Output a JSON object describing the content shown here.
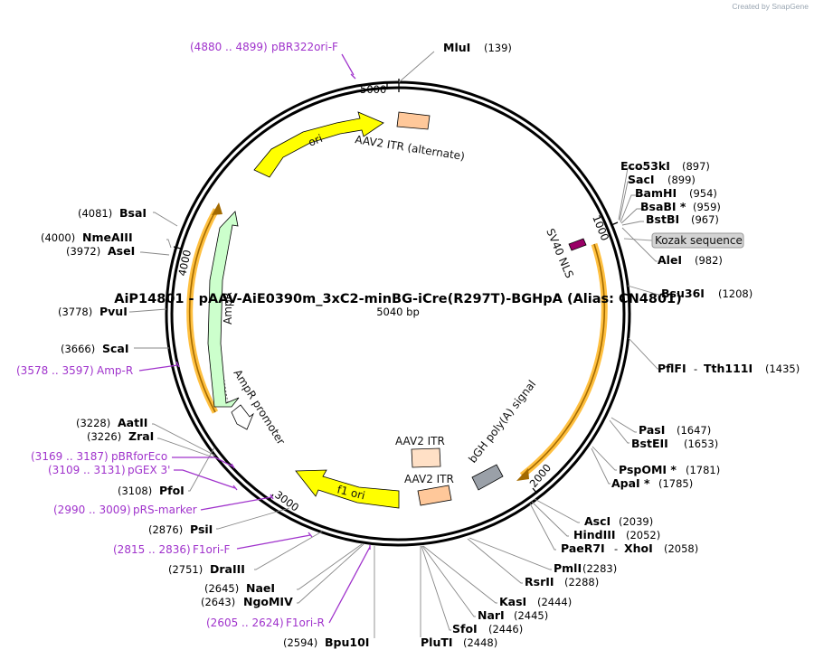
{
  "credit": "Created by SnapGene",
  "map": {
    "title": "AiP14801 - pAAV-AiE0390m_3xC2-minBG-iCre(R297T)-BGHpA (Alias: CN4801)",
    "size": "5040 bp",
    "ticks": [
      "5000",
      "1000",
      "2000",
      "3000",
      "4000"
    ]
  },
  "enzymes": {
    "mlui": {
      "name": "MluI",
      "pos": "(139)"
    },
    "eco53ki": {
      "name": "Eco53kI",
      "pos": "(897)"
    },
    "saci": {
      "name": "SacI",
      "pos": "(899)"
    },
    "bamhi": {
      "name": "BamHI",
      "pos": "(954)"
    },
    "bsabi": {
      "name": "BsaBI *",
      "pos": "(959)"
    },
    "bstbi": {
      "name": "BstBI",
      "pos": "(967)"
    },
    "alei": {
      "name": "AleI",
      "pos": "(982)"
    },
    "bsu36i": {
      "name": "Bsu36I",
      "pos": "(1208)"
    },
    "pflfi": {
      "name": "PflFI",
      "pos": "(1435)"
    },
    "tth111i": {
      "name": "Tth111I",
      "pos": ""
    },
    "pasi": {
      "name": "PasI",
      "pos": "(1647)"
    },
    "bsteii": {
      "name": "BstEII",
      "pos": "(1653)"
    },
    "pspomi": {
      "name": "PspOMI *",
      "pos": "(1781)"
    },
    "apai": {
      "name": "ApaI *",
      "pos": "(1785)"
    },
    "asci": {
      "name": "AscI",
      "pos": "(2039)"
    },
    "hindiii": {
      "name": "HindIII",
      "pos": "(2052)"
    },
    "paer7i": {
      "name": "PaeR7I",
      "pos": "(2058)"
    },
    "xhoi": {
      "name": "XhoI",
      "pos": ""
    },
    "pmli": {
      "name": "PmlI",
      "pos": "(2283)"
    },
    "rsrii": {
      "name": "RsrII",
      "pos": "(2288)"
    },
    "kasi": {
      "name": "KasI",
      "pos": "(2444)"
    },
    "nari": {
      "name": "NarI",
      "pos": "(2445)"
    },
    "sfoi": {
      "name": "SfoI",
      "pos": "(2446)"
    },
    "pluti": {
      "name": "PluTI",
      "pos": "(2448)"
    },
    "bpu10i": {
      "name": "Bpu10I",
      "pos": "(2594)"
    },
    "ngomiv": {
      "name": "NgoMIV",
      "pos": "(2643)"
    },
    "naei": {
      "name": "NaeI",
      "pos": "(2645)"
    },
    "draiii": {
      "name": "DraIII",
      "pos": "(2751)"
    },
    "psii": {
      "name": "PsiI",
      "pos": "(2876)"
    },
    "pfoi": {
      "name": "PfoI",
      "pos": "(3108)"
    },
    "zrai": {
      "name": "ZraI",
      "pos": "(3226)"
    },
    "aatii": {
      "name": "AatII",
      "pos": "(3228)"
    },
    "scai": {
      "name": "ScaI",
      "pos": "(3666)"
    },
    "pvui": {
      "name": "PvuI",
      "pos": "(3778)"
    },
    "asei": {
      "name": "AseI",
      "pos": "(3972)"
    },
    "nmeaiii": {
      "name": "NmeAIII",
      "pos": "(4000)"
    },
    "bsai": {
      "name": "BsaI",
      "pos": "(4081)"
    }
  },
  "primers": {
    "pbr322ori": {
      "range": "(4880 .. 4899)",
      "name": "pBR322ori-F"
    },
    "ampr": {
      "range": "(3578 .. 3597)",
      "name": "Amp-R"
    },
    "pbrforeco": {
      "range": "(3169 .. 3187)",
      "name": "pBRforEco"
    },
    "pgex3": {
      "range": "(3109 .. 3131)",
      "name": "pGEX 3'"
    },
    "prsmarker": {
      "range": "(2990 .. 3009)",
      "name": "pRS-marker"
    },
    "f1orif": {
      "range": "(2815 .. 2836)",
      "name": "F1ori-F"
    },
    "f1orir": {
      "range": "(2605 .. 2624)",
      "name": "F1ori-R"
    }
  },
  "features": {
    "itr_alt": "AAV2 ITR (alternate)",
    "ori": "ori",
    "sv40_nls": "SV40 NLS",
    "kozak": "Kozak sequence",
    "ampr": "AmpR",
    "ampr_promoter": "AmpR promoter",
    "aav2_itr_a": "AAV2 ITR",
    "aav2_itr_b": "AAV2 ITR",
    "bgh": "bGH poly(A) signal",
    "f1ori": "f1 ori"
  },
  "colors": {
    "ori": "#ffff00",
    "itr": "#ffc89a",
    "itr_light": "#ffe0c6",
    "ampr": "#ccffcc",
    "bgh": "#9aa0a8",
    "primer": "#a033cc",
    "orf_outline": "#ffc040",
    "nls": "#990066"
  }
}
